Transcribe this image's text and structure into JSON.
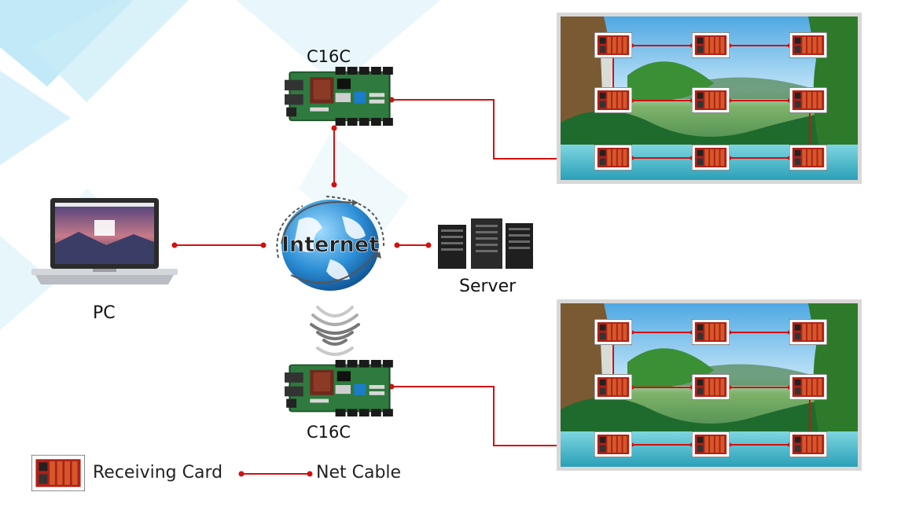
{
  "labels": {
    "controller_top": "C16C",
    "controller_bottom": "C16C",
    "pc": "PC",
    "server": "Server",
    "internet": "Internet"
  },
  "legend": {
    "receiving_card": "Receiving Card",
    "net_cable": "Net Cable"
  },
  "colors": {
    "cable": "#d40f0f",
    "background_accent": "#7fd0ee",
    "panel_frame": "#cfcfcf",
    "globe": "#2d8fd6"
  }
}
